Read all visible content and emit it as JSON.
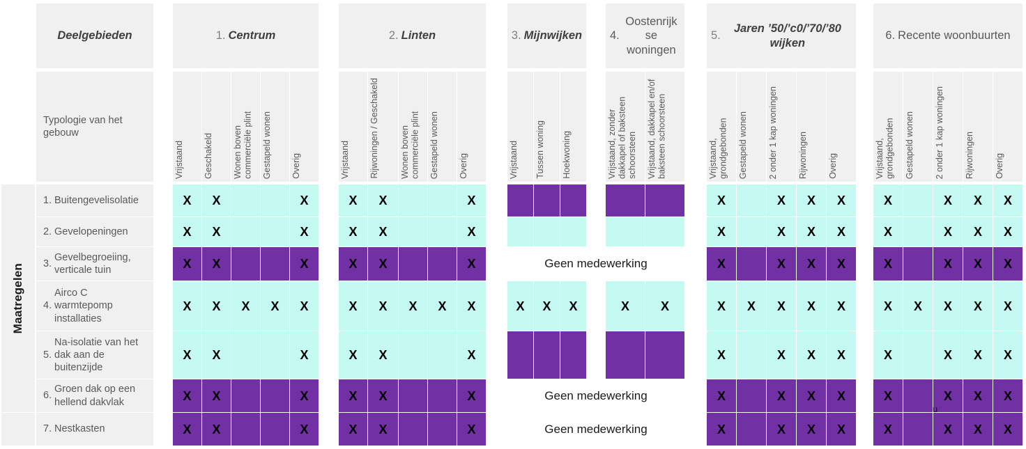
{
  "title_stub": "Deelgebieden",
  "typology_stub": "Typologie van het gebouw",
  "measures_axis_label": "Maatregelen",
  "no_cooperation_label": "Geen medewerking",
  "mark": "X",
  "stray_glyph": "u",
  "colors": {
    "header_bg": "#f0f0f0",
    "header_text": "#595959",
    "cyan": "#c5faf3",
    "purple": "#7130a3",
    "mark_text": "#000000",
    "page_bg": "#ffffff"
  },
  "sections": [
    {
      "num": "1.",
      "name": "Centrum",
      "italic": true,
      "columns": [
        "Vrijstaand",
        "Geschakeld",
        "Wonen boven commerciële plint",
        "Gestapeld wonen",
        "Overig"
      ]
    },
    {
      "num": "2.",
      "name": "Linten",
      "italic": true,
      "columns": [
        "Vrijstaand",
        "Rijwoningen / Geschakeld",
        "Wonen boven commerciële plint",
        "Gestapeld wonen",
        "Overig"
      ]
    },
    {
      "num": "3.",
      "name": "Mijnwijken",
      "italic": true,
      "columns": [
        "Vrijstaand",
        "Tussen woning",
        "Hoekwoning"
      ]
    },
    {
      "num": "4.",
      "name": "Oostenrijk se woningen",
      "italic": false,
      "columns": [
        "Vrijstaand, zonder dakkapel of baksteen schoorsteen",
        "Vrijstaand, dakkapel en/of baksteen schoorsteen"
      ]
    },
    {
      "num": "5.",
      "name": "Jaren ’50/’c0/’70/’80 wijken",
      "italic": true,
      "columns": [
        "Vrijstaand, grondgebonden",
        "Gestapeld wonen",
        "2 onder 1 kap woningen",
        "Rijwoningen",
        "Overig"
      ]
    },
    {
      "num": "6.",
      "name": "Recente woonbuurten",
      "italic": false,
      "columns": [
        "Vrijstaand, grondgebonden",
        "Gestapeld wonen",
        "2 onder 1 kap woningen",
        "Rijwoningen",
        "Overig"
      ]
    }
  ],
  "rows": [
    {
      "num": "1.",
      "label": "Buitengevelisolatie"
    },
    {
      "num": "2.",
      "label": "Gevelopeningen"
    },
    {
      "num": "3.",
      "label": "Gevelbegroeiing, verticale tuin"
    },
    {
      "num": "4.",
      "label": "Airco C warmtepomp   installaties"
    },
    {
      "num": "5.",
      "label": "Na-isolatie van het dak aan de buitenzijde"
    },
    {
      "num": "6.",
      "label": "Groen dak op een hellend dakvlak"
    },
    {
      "num": "7.",
      "label": "Nestkasten"
    }
  ],
  "matrix": {
    "legend": {
      "cyan_mark": "allowed / marked, light background",
      "purple_mark": "marked on purple background",
      "cyan_blank": "light background without mark",
      "purple_blank": "purple background without mark",
      "none": "no cell shown (Geen medewerking)"
    },
    "cells": [
      [
        [
          "cyan-x",
          "cyan-x",
          "cyan",
          "cyan",
          "cyan-x"
        ],
        [
          "cyan-x",
          "cyan-x",
          "cyan",
          "cyan",
          "cyan-x"
        ],
        [
          "purple",
          "purple",
          "purple"
        ],
        [
          "purple",
          "purple"
        ],
        [
          "cyan-x",
          "cyan",
          "cyan-x",
          "cyan-x",
          "cyan-x"
        ],
        [
          "cyan-x",
          "cyan",
          "cyan-x",
          "cyan-x",
          "cyan-x"
        ]
      ],
      [
        [
          "cyan-x",
          "cyan-x",
          "cyan",
          "cyan",
          "cyan-x"
        ],
        [
          "cyan-x",
          "cyan-x",
          "cyan",
          "cyan",
          "cyan-x"
        ],
        [
          "cyan",
          "cyan",
          "cyan"
        ],
        [
          "cyan",
          "cyan"
        ],
        [
          "cyan-x",
          "cyan",
          "cyan-x",
          "cyan-x",
          "cyan-x"
        ],
        [
          "cyan-x",
          "cyan",
          "cyan-x",
          "cyan-x",
          "cyan-x"
        ]
      ],
      [
        [
          "purple-x",
          "purple-x",
          "purple",
          "purple",
          "purple-x"
        ],
        [
          "purple-x",
          "purple-x",
          "purple",
          "purple",
          "purple-x"
        ],
        [
          "none",
          "none",
          "none"
        ],
        [
          "none",
          "none"
        ],
        [
          "purple-x",
          "purple",
          "purple-x",
          "purple-x",
          "purple-x"
        ],
        [
          "purple-x",
          "purple",
          "purple-x",
          "purple-x",
          "purple-x"
        ]
      ],
      [
        [
          "cyan-x",
          "cyan-x",
          "cyan-x",
          "cyan-x",
          "cyan-x"
        ],
        [
          "cyan-x",
          "cyan-x",
          "cyan-x",
          "cyan-x",
          "cyan-x"
        ],
        [
          "cyan-x",
          "cyan-x",
          "cyan-x"
        ],
        [
          "cyan-x",
          "cyan-x"
        ],
        [
          "cyan-x",
          "cyan-x",
          "cyan-x",
          "cyan-x",
          "cyan-x"
        ],
        [
          "cyan-x",
          "cyan-x",
          "cyan-x",
          "cyan-x",
          "cyan-x"
        ]
      ],
      [
        [
          "cyan-x",
          "cyan-x",
          "cyan",
          "cyan",
          "cyan-x"
        ],
        [
          "cyan-x",
          "cyan-x",
          "cyan",
          "cyan",
          "cyan-x"
        ],
        [
          "purple",
          "purple",
          "purple"
        ],
        [
          "purple",
          "purple"
        ],
        [
          "cyan-x",
          "cyan",
          "cyan-x",
          "cyan-x",
          "cyan-x"
        ],
        [
          "cyan-x",
          "cyan",
          "cyan-x",
          "cyan-x",
          "cyan-x"
        ]
      ],
      [
        [
          "purple-x",
          "purple-x",
          "purple",
          "purple",
          "purple-x"
        ],
        [
          "purple-x",
          "purple-x",
          "purple",
          "purple",
          "purple-x"
        ],
        [
          "none",
          "none",
          "none"
        ],
        [
          "none",
          "none"
        ],
        [
          "purple-x",
          "purple",
          "purple-x",
          "purple-x",
          "purple-x"
        ],
        [
          "purple-x",
          "purple",
          "purple-x",
          "purple-x",
          "purple-x"
        ]
      ],
      [
        [
          "purple-x",
          "purple-x",
          "purple",
          "purple",
          "purple-x"
        ],
        [
          "purple-x",
          "purple-x",
          "purple",
          "purple",
          "purple-x"
        ],
        [
          "none",
          "none",
          "none"
        ],
        [
          "none",
          "none"
        ],
        [
          "purple-x",
          "purple",
          "purple-x",
          "purple-x",
          "purple-x"
        ],
        [
          "purple-x",
          "purple",
          "purple-x",
          "purple-x",
          "purple-x"
        ]
      ]
    ]
  },
  "no_cooperation_rows": [
    2,
    5,
    6
  ]
}
